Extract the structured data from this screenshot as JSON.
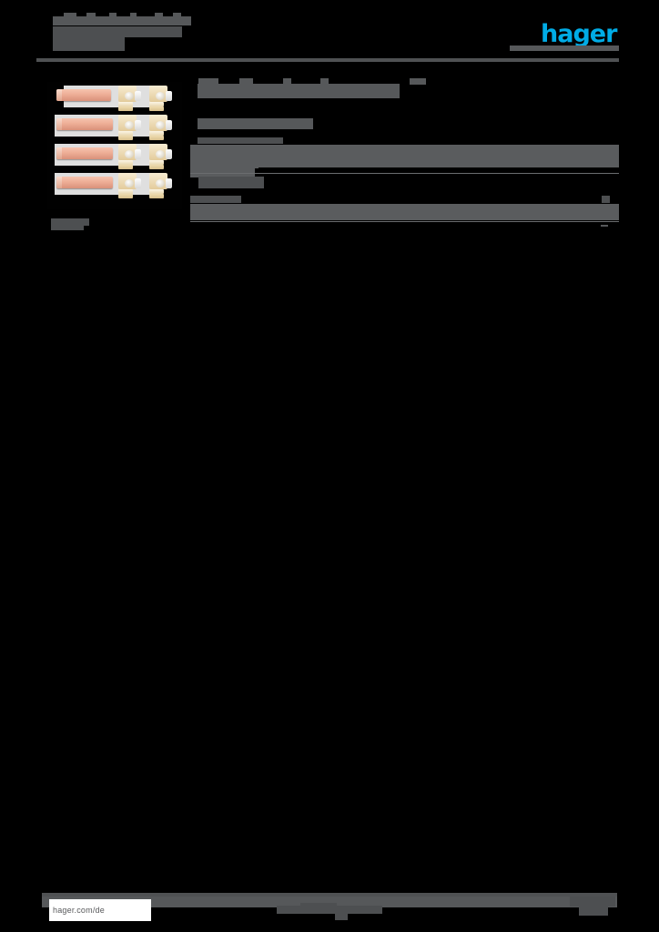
{
  "document": {
    "kind": "product-datasheet",
    "status": "redacted",
    "background_color": "#000000",
    "redaction_color": "#56585a"
  },
  "header": {
    "title_line_1": "",
    "title_line_2": "",
    "title_line_3": "",
    "rule_color": "#4f5153",
    "logo": {
      "text": "hager",
      "color": "#00ace6",
      "icon_name": "hager-logo"
    }
  },
  "product_image": {
    "alt_name": "busbar-and-connector-assembly",
    "caption_line_1": "",
    "caption_line_2": "",
    "busbar_color": "#eeae96",
    "connector_color": "#e8d3a4",
    "busbar_count": 4,
    "connector_columns": 2,
    "connector_rows": 4
  },
  "main": {
    "title": "",
    "subtitle": "",
    "section_label": "",
    "description_rows": [
      "",
      "",
      "",
      ""
    ],
    "specs_label": "",
    "specs_rows": [
      "",
      ""
    ],
    "table_divider_color": "#6b6d6f"
  },
  "footer": {
    "url": "hager.com/de",
    "center_text": "",
    "right_text": "",
    "rule_color": "#4f5153"
  }
}
